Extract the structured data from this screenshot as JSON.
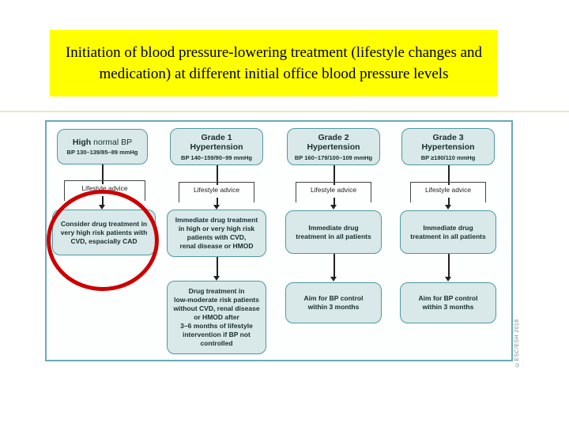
{
  "slide": {
    "title": "Initiation of blood pressure-lowering treatment (lifestyle changes and medication) at different initial office blood pressure levels",
    "title_bg": "#ffff00"
  },
  "flowchart": {
    "copyright": "©ESC/ESH 2018",
    "colors": {
      "box_fill": "#d9e8e9",
      "box_border": "#4d9aa1",
      "frame_border": "#68abb2",
      "highlight_circle": "#cc0000",
      "title_bg": "#ffff00"
    },
    "columns": [
      {
        "title_bold": "High",
        "title_rest": " normal BP",
        "bp": "BP 130–139/85–89 mmHg",
        "lifestyle": "Lifestyle advice",
        "action": "Consider drug treatment in\nvery high risk patients with\nCVD, espacially CAD"
      },
      {
        "title": "Grade 1\nHypertension",
        "bp": "BP 140–159/90–99 mmHg",
        "lifestyle": "Lifestyle advice",
        "action": "Immediate drug treatment\nin high or very high risk\npatients with CVD,\nrenal disease or HMOD",
        "followup": "Drug treatment in\nlow-moderate risk patients\nwithout CVD, renal disease\nor HMOD after\n3–6 months of lifestyle\nintervention if BP not\ncontrolled"
      },
      {
        "title": "Grade 2\nHypertension",
        "bp": "BP 160–179/100–109 mmHg",
        "lifestyle": "Lifestyle advice",
        "action": "Immediate drug\ntreatment in all patients",
        "followup": "Aim for BP control\nwithin 3 months"
      },
      {
        "title": "Grade 3\nHypertension",
        "bp": "BP ≥180/110 mmHg",
        "lifestyle": "Lifestyle advice",
        "action": "Immediate drug\ntreatment in all patients",
        "followup": "Aim for BP control\nwithin 3 months"
      }
    ]
  }
}
